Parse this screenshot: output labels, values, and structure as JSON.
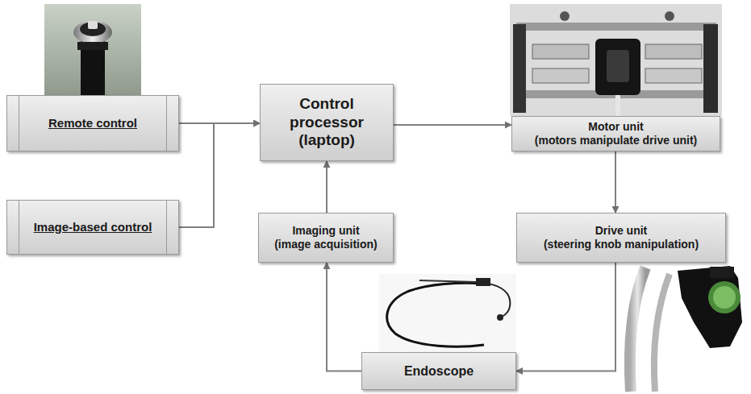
{
  "diagram": {
    "nodes": [
      {
        "text": [
          "Remote control"
        ]
      },
      {
        "text": [
          "Image-based control"
        ]
      },
      {
        "text": [
          "Control processor (laptop)"
        ]
      },
      {
        "text": [
          "Imaging unit",
          "(image acquisition)"
        ]
      },
      {
        "text": [
          "Motor unit",
          "(motors manipulate drive unit)"
        ]
      },
      {
        "text": [
          "Drive unit",
          "(steering knob manipulation)"
        ]
      },
      {
        "text": [
          "Endoscope"
        ]
      }
    ],
    "edges": [
      {
        "from": 0,
        "to": 2,
        "arrow": "to"
      },
      {
        "from": 1,
        "to": 2,
        "arrow": "to"
      },
      {
        "from": 2,
        "to": 4,
        "arrow": "to"
      },
      {
        "from": 4,
        "to": 5,
        "arrow": "to"
      },
      {
        "from": 5,
        "to": 6,
        "arrow": "to"
      },
      {
        "from": 6,
        "to": 3,
        "arrow": "to"
      },
      {
        "from": 3,
        "to": 2,
        "arrow": "to"
      }
    ]
  }
}
